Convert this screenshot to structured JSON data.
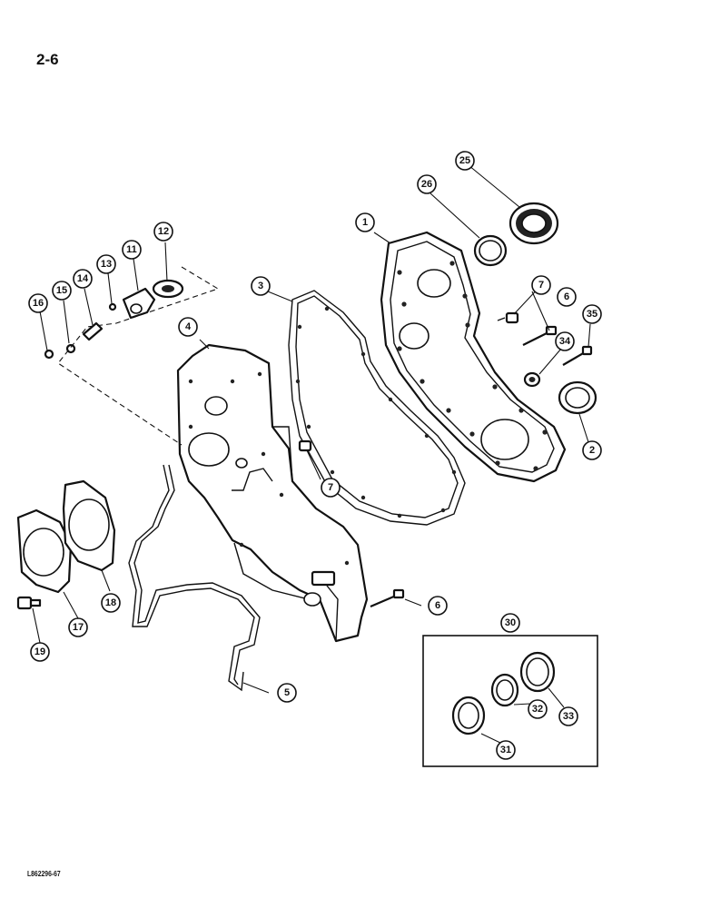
{
  "page": {
    "number": "2-6",
    "code": "L862296-67"
  },
  "callouts": [
    "1",
    "2",
    "3",
    "4",
    "5",
    "6",
    "6",
    "7",
    "7",
    "11",
    "12",
    "13",
    "14",
    "15",
    "16",
    "17",
    "18",
    "19",
    "25",
    "26",
    "30",
    "31",
    "32",
    "33",
    "34",
    "35"
  ]
}
